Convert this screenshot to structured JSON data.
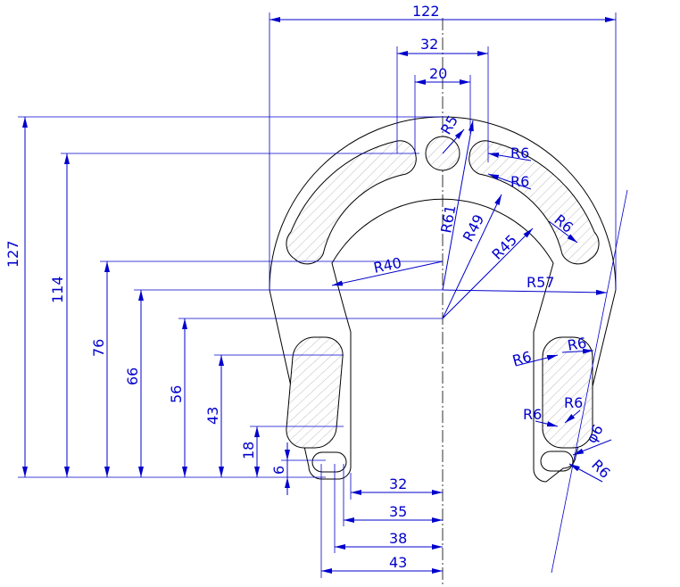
{
  "drawing": {
    "colors": {
      "geometry": "#000000",
      "dimension": "#0000cc"
    },
    "top_dims": [
      "122",
      "32",
      "20"
    ],
    "left_dims": [
      "127",
      "114",
      "76",
      "66",
      "56",
      "43",
      "18",
      "6"
    ],
    "bottom_dims": [
      "32",
      "35",
      "38",
      "43"
    ],
    "radii": [
      "R5",
      "R6",
      "R6",
      "R61",
      "R49",
      "R45",
      "R40",
      "R57",
      "R6",
      "R6",
      "R6",
      "R6",
      "R6",
      "φ6",
      "R6"
    ]
  }
}
